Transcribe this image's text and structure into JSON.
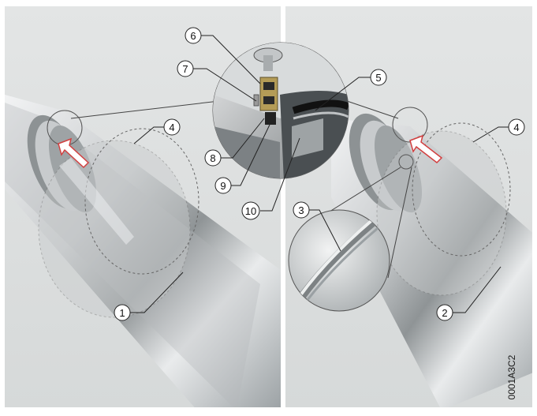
{
  "figure": {
    "reference_code": "0001A3C2",
    "callouts": [
      "1",
      "2",
      "3",
      "4",
      "4",
      "5",
      "6",
      "7",
      "8",
      "9",
      "10"
    ]
  }
}
